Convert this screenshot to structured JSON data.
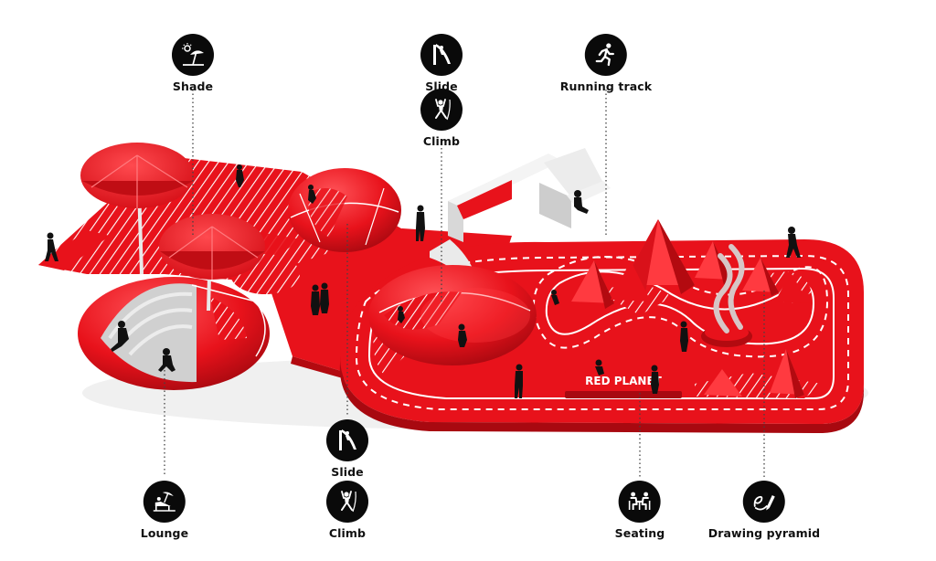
{
  "callouts": {
    "shade": {
      "label": "Shade",
      "icon": "beach-umbrella-icon"
    },
    "slide_top": {
      "label": "Slide",
      "icon": "slide-icon"
    },
    "climb_top": {
      "label": "Climb",
      "icon": "climbing-icon"
    },
    "running_track": {
      "label": "Running track",
      "icon": "runner-icon"
    },
    "lounge": {
      "label": "Lounge",
      "icon": "lounge-chair-icon"
    },
    "slide_bottom": {
      "label": "Slide",
      "icon": "slide-icon"
    },
    "climb_bottom": {
      "label": "Climb",
      "icon": "climbing-icon"
    },
    "seating": {
      "label": "Seating",
      "icon": "seating-icon"
    },
    "drawing_pyramid": {
      "label": "Drawing pyramid",
      "icon": "drawing-pencil-icon"
    }
  },
  "sign": {
    "text": "RED PLANET"
  },
  "colors": {
    "red": "#e8121b",
    "dark_red": "#b30a10",
    "light_red": "#ff4a4f",
    "icon_bg": "#0a0a0a",
    "white": "#ffffff"
  }
}
